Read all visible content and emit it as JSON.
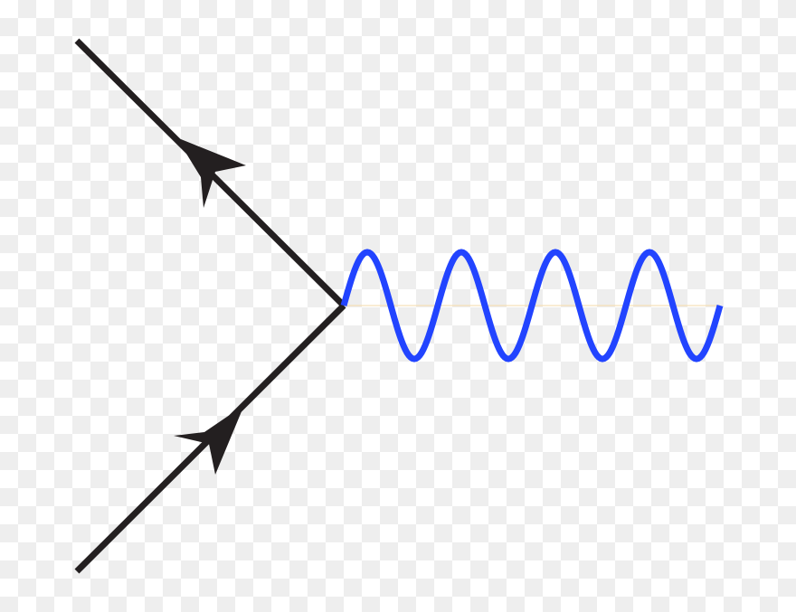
{
  "diagram": {
    "type": "feynman-vertex",
    "colors": {
      "fermion": "#231f20",
      "photon": "#2244ff",
      "axis": "#f5d9a8",
      "checker": "#eeeeee"
    },
    "elements": [
      "incoming-fermion-line",
      "outgoing-fermion-line",
      "photon-wave"
    ]
  }
}
